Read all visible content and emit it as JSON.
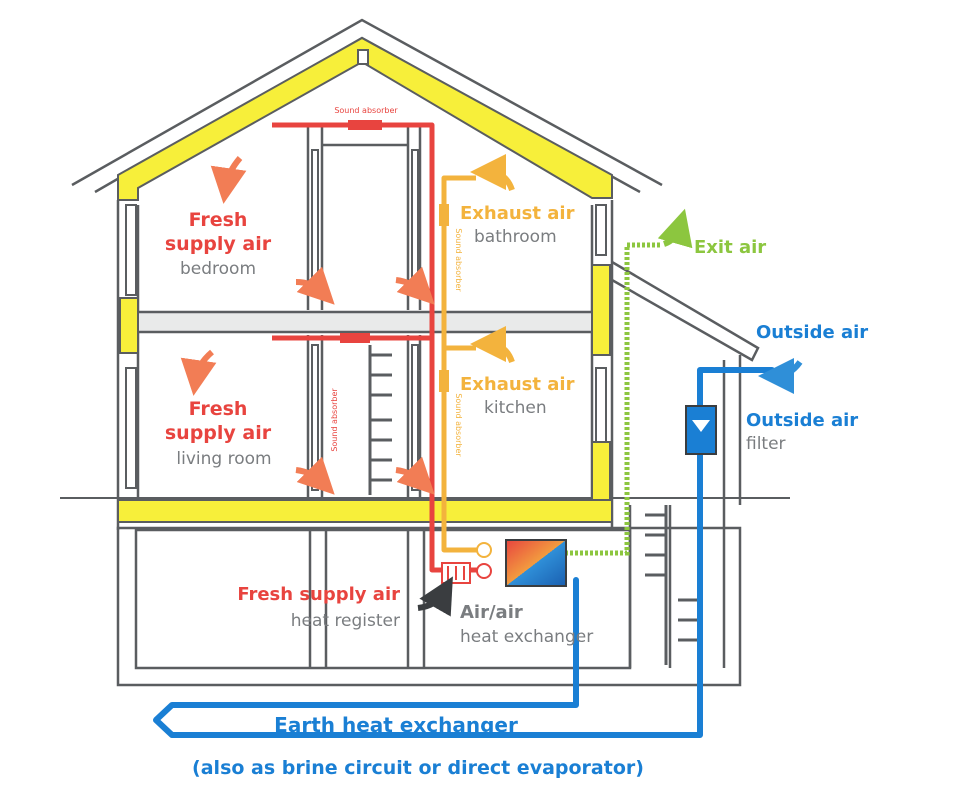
{
  "colors": {
    "supply": "#e8443f",
    "exhaust": "#f3b33d",
    "exit": "#8cc63f",
    "outside": "#1a7fd4",
    "insulation": "#f7ef3a",
    "gray_text": "#7a7d80",
    "wall": "#5a5d60"
  },
  "labels": {
    "bedroom_line1": "Fresh",
    "bedroom_line2": "supply air",
    "bedroom_room": "bedroom",
    "living_line1": "Fresh",
    "living_line2": "supply air",
    "living_room": "living room",
    "bath_title": "Exhaust air",
    "bath_room": "bathroom",
    "kitchen_title": "Exhaust air",
    "kitchen_room": "kitchen",
    "exit_air": "Exit air",
    "outside_air": "Outside air",
    "filter_line1": "Outside air",
    "filter_line2": "filter",
    "heat_register_line1": "Fresh supply air",
    "heat_register_line2": "heat register",
    "hx_line1": "Air/air",
    "hx_line2": "heat exchanger",
    "earth_hx": "Earth heat exchanger",
    "earth_hx_note": "(also as brine circuit or direct evaporator)",
    "sound_absorber_top": "Sound absorber",
    "sound_absorber_mid": "Sound absorber",
    "sound_absorber_bath": "Sound absorber",
    "sound_absorber_kitchen": "Sound absorber"
  }
}
